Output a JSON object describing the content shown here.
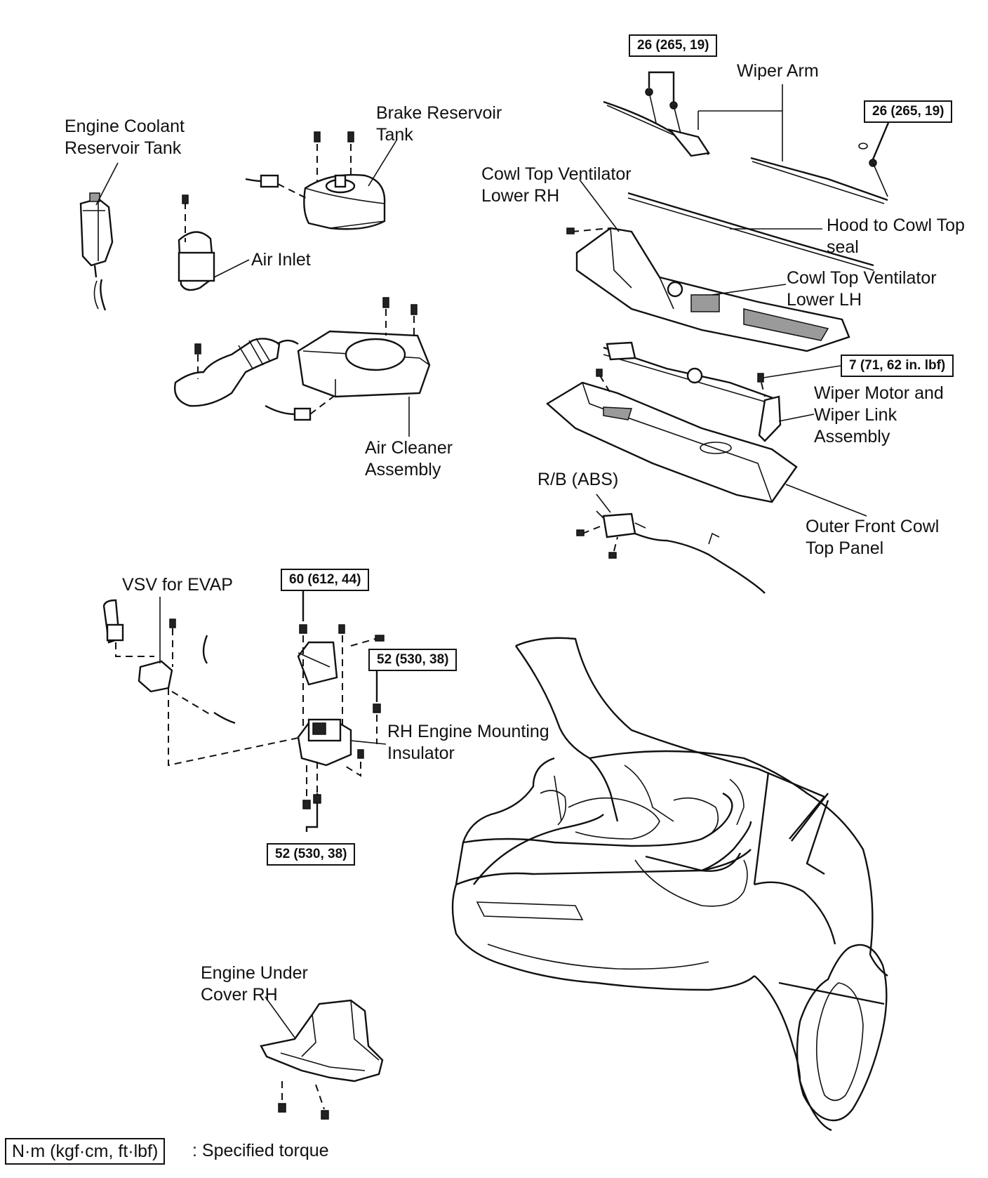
{
  "labels": {
    "coolant_tank": [
      "Engine Coolant",
      "Reservoir Tank"
    ],
    "brake_tank": [
      "Brake Reservoir",
      "Tank"
    ],
    "air_inlet": "Air Inlet",
    "air_cleaner": [
      "Air Cleaner",
      "Assembly"
    ],
    "wiper_arm": "Wiper Arm",
    "cowl_rh": [
      "Cowl Top Ventilator",
      "Lower RH"
    ],
    "hood_seal": [
      "Hood to Cowl Top",
      "seal"
    ],
    "cowl_lh": [
      "Cowl Top Ventilator",
      "Lower LH"
    ],
    "wiper_motor": [
      "Wiper Motor and",
      "Wiper Link",
      "Assembly"
    ],
    "rb_abs": "R/B (ABS)",
    "outer_cowl": [
      "Outer Front Cowl",
      "Top Panel"
    ],
    "vsv_evap": "VSV for EVAP",
    "rh_mount": [
      "RH Engine Mounting",
      "Insulator"
    ],
    "under_cover": [
      "Engine Under",
      "Cover RH"
    ]
  },
  "torques": {
    "wiper_arm_left": "26 (265, 19)",
    "wiper_arm_right": "26 (265, 19)",
    "wiper_motor": "7 (71, 62 in. lbf)",
    "mount_top": "60 (612, 44)",
    "mount_side": "52 (530, 38)",
    "mount_bottom": "52 (530, 38)"
  },
  "legend": {
    "unit": "N·m (kgf·cm, ft·lbf)",
    "description": ": Specified torque"
  }
}
